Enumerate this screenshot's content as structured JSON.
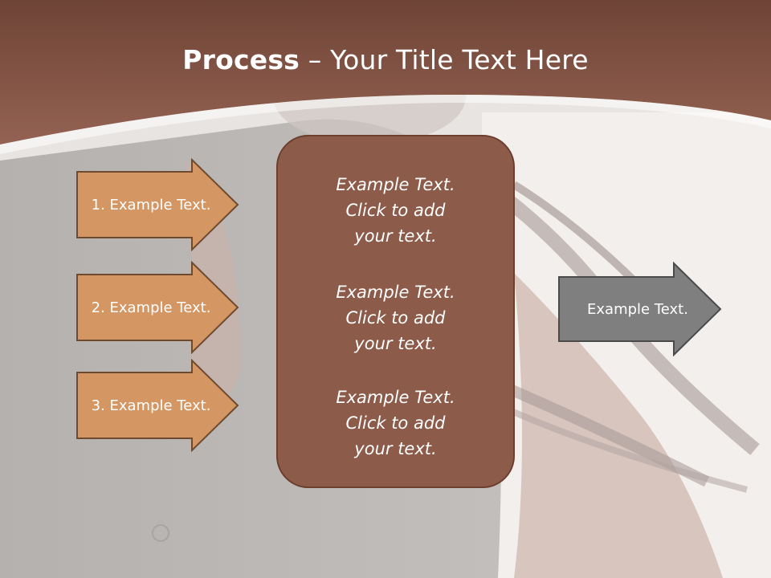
{
  "slide": {
    "title_bold": "Process",
    "title_rest": " – Your Title Text Here",
    "colors": {
      "header": "#8c5b4a",
      "arrow_fill": "#d49663",
      "box_fill": "#8c5b4a",
      "gray_arrow": "#7f7f7f"
    }
  },
  "left_arrows": [
    {
      "label": "1. Example Text."
    },
    {
      "label": "2. Example Text."
    },
    {
      "label": "3. Example Text."
    }
  ],
  "center_box": {
    "blocks": [
      {
        "lines": [
          "Example Text.",
          "Click  to add",
          "your text."
        ]
      },
      {
        "lines": [
          "Example Text.",
          "Click  to add",
          "your text."
        ]
      },
      {
        "lines": [
          "Example Text.",
          "Click  to add",
          "your text."
        ]
      }
    ]
  },
  "right_arrow": {
    "label": "Example Text."
  }
}
